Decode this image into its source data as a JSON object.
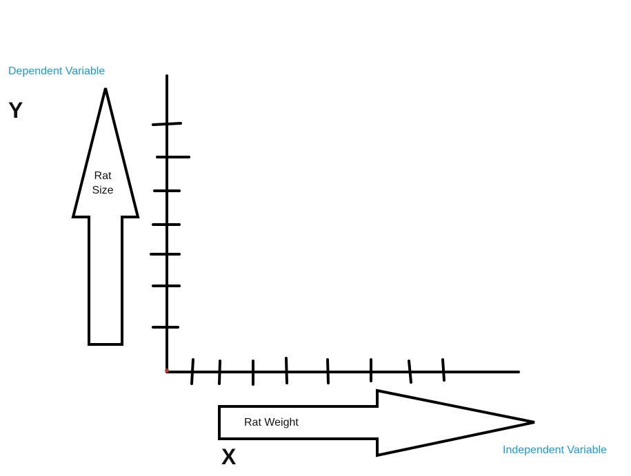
{
  "labels": {
    "dependent": "Dependent Variable",
    "independent": "Independent Variable",
    "y_letter": "Y",
    "x_letter": "X",
    "y_arrow_line1": "Rat",
    "y_arrow_line2": "Size",
    "x_arrow": "Rat Weight"
  },
  "colors": {
    "label_accent": "#1a9ad6",
    "stroke": "#000000",
    "origin_dot": "#c0392b"
  }
}
